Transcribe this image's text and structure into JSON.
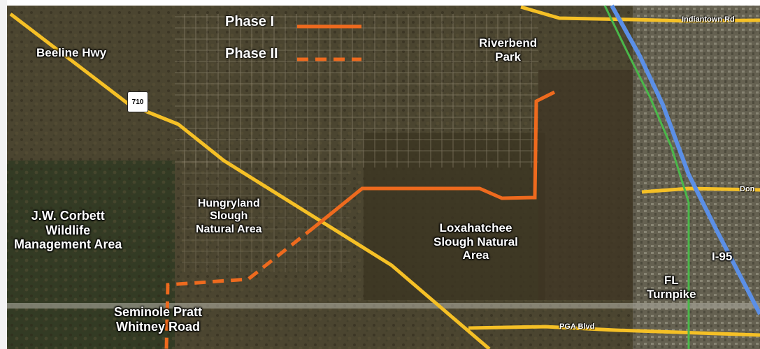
{
  "legend": {
    "phase1": "Phase I",
    "phase2": "Phase II",
    "colors": {
      "phase": "#ee6a1e",
      "highway": "#f5c026",
      "turnpike": "#4ab84a",
      "interstate": "#5b8fe6"
    }
  },
  "roads": {
    "beeline": "Beeline Hwy",
    "indiantown": "Indiantown Rd",
    "donald_ross": "Don",
    "pga": "PGA Blvd",
    "i95": "I-95",
    "turnpike": [
      "FL",
      "Turnpike"
    ],
    "seminole": [
      "Seminole Pratt",
      "Whitney Road"
    ],
    "shield": "710"
  },
  "areas": {
    "corbett": [
      "J.W. Corbett",
      "Wildlife",
      "Management Area"
    ],
    "hungryland": [
      "Hungryland",
      "Slough",
      "Natural Area"
    ],
    "loxahatchee": [
      "Loxahatchee",
      "Slough Natural",
      "Area"
    ],
    "riverbend": [
      "Riverbend",
      "Park"
    ]
  }
}
